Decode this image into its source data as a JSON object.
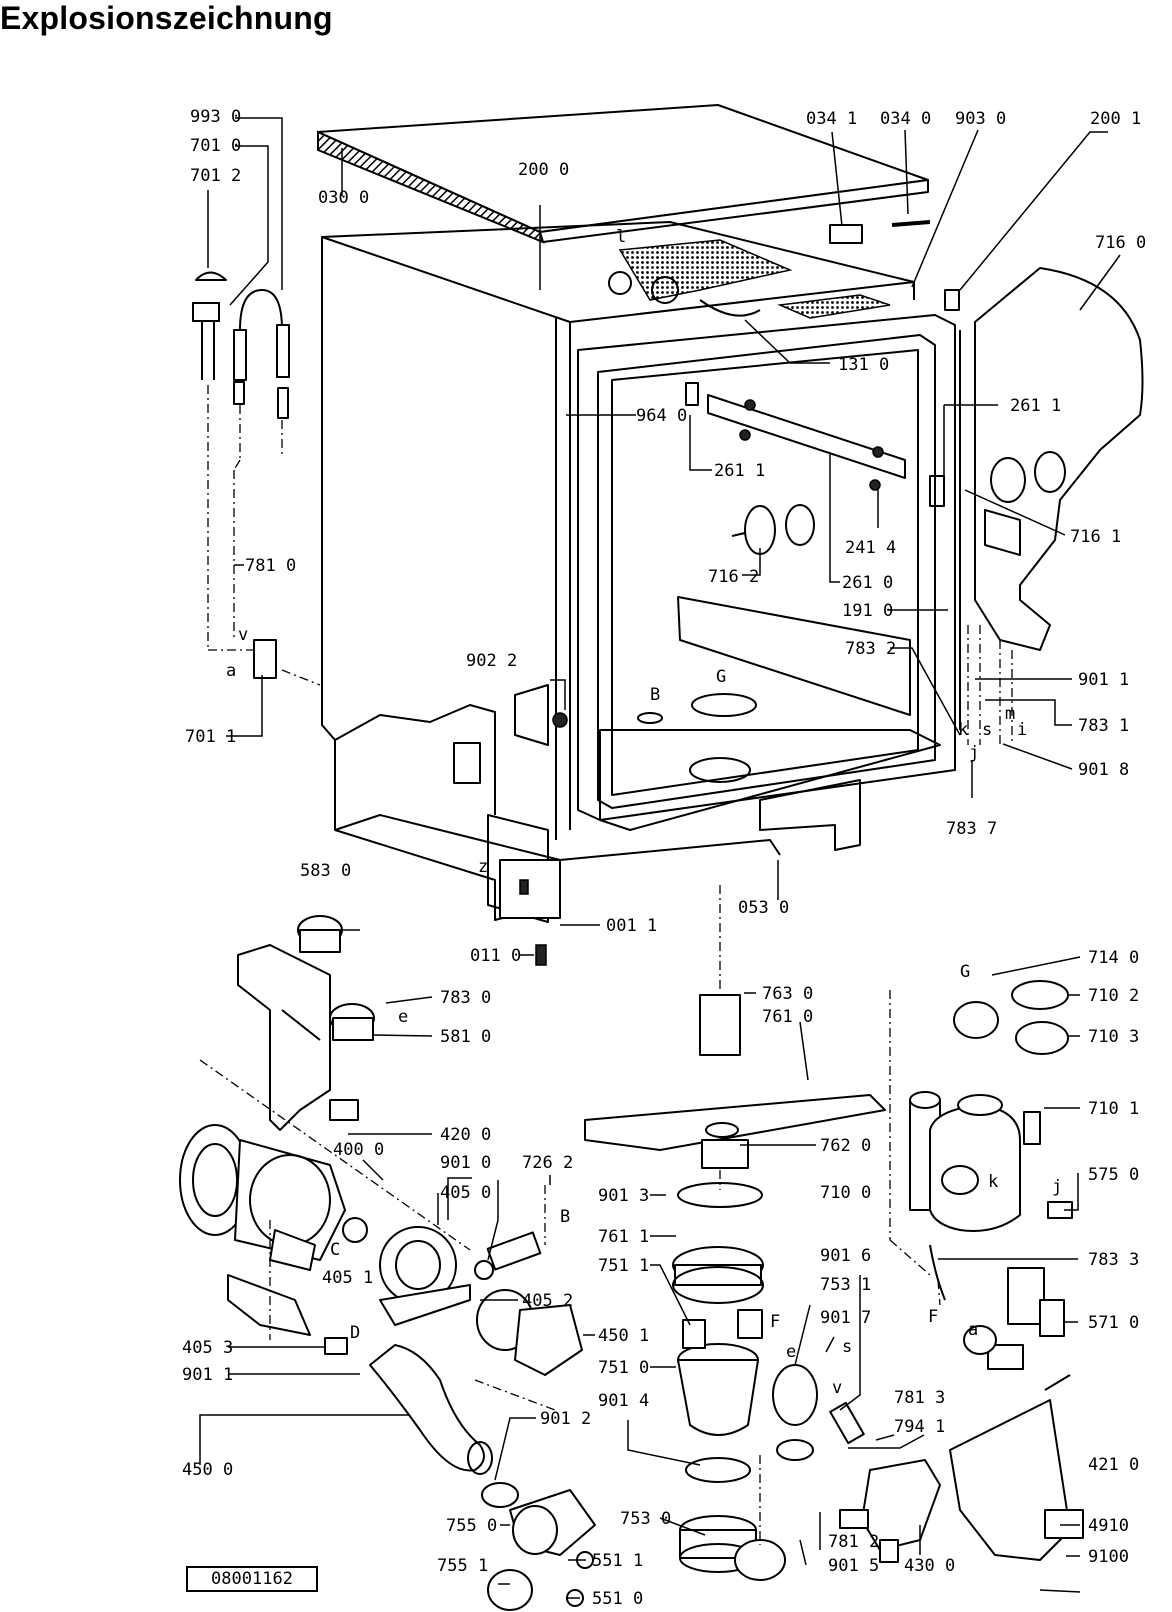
{
  "title": "Explosionszeichnung",
  "drawing_number": "08001162",
  "part_labels": [
    "993 0",
    "701 0",
    "701 2",
    "030 0",
    "200 0",
    "034 1",
    "034 0",
    "903 0",
    "200 1",
    "716 0",
    "131 0",
    "964 0",
    "261 1",
    "261 1",
    "716 1",
    "241 4",
    "716 2",
    "261 0",
    "191 0",
    "781 0",
    "701 1",
    "902 2",
    "783 2",
    "901 1",
    "783 1",
    "901 8",
    "783 7",
    "583 0",
    "053 0",
    "001 1",
    "011 0",
    "783 0",
    "581 0",
    "763 0",
    "761 0",
    "714 0",
    "710 2",
    "710 3",
    "420 0",
    "400 0",
    "901 0",
    "726 2",
    "405 0",
    "762 0",
    "710 1",
    "901 3",
    "710 0",
    "575 0",
    "761 1",
    "783 3",
    "405 1",
    "751 1",
    "405 2",
    "901 6",
    "753 1",
    "450 1",
    "901 7",
    "571 0",
    "405 3",
    "901 1",
    "751 0",
    "781 3",
    "901 4",
    "794 1",
    "450 0",
    "901 2",
    "421 0",
    "755 0",
    "753 0",
    "755 1",
    "551 1",
    "781 2",
    "901 5",
    "430 0",
    "4910",
    "9100",
    "551 0"
  ],
  "letter_markers": [
    "a",
    "v",
    "B",
    "G",
    "k",
    "s",
    "m",
    "j",
    "i",
    "z",
    "e",
    "G",
    "C",
    "D",
    "B",
    "F",
    "F",
    "e",
    "s",
    "v",
    "a",
    "k",
    "j",
    "l"
  ]
}
